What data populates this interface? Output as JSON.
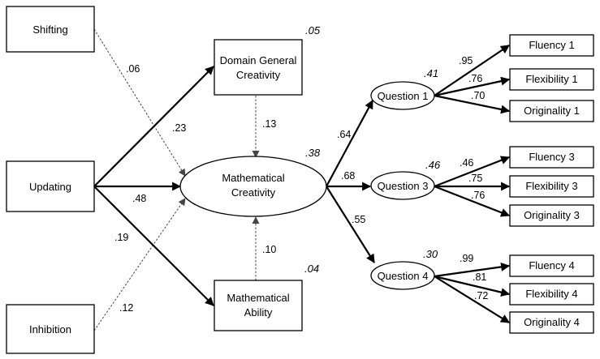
{
  "nodes": {
    "shifting": "Shifting",
    "updating": "Updating",
    "inhibition": "Inhibition",
    "dgc_line1": "Domain General",
    "dgc_line2": "Creativity",
    "mc_line1": "Mathematical",
    "mc_line2": "Creativity",
    "ma_line1": "Mathematical",
    "ma_line2": "Ability",
    "q1": "Question 1",
    "q3": "Question 3",
    "q4": "Question 4",
    "fluency1": "Fluency 1",
    "flexibility1": "Flexibility 1",
    "originality1": "Originality 1",
    "fluency3": "Fluency 3",
    "flexibility3": "Flexibility 3",
    "originality3": "Originality 3",
    "fluency4": "Fluency 4",
    "flexibility4": "Flexibility 4",
    "originality4": "Originality 4"
  },
  "r_squared": {
    "dgc": ".05",
    "mc": ".38",
    "ma": ".04",
    "q1": ".41",
    "q3": ".46",
    "q4": ".30"
  },
  "paths": {
    "shifting_to_mc": ".06",
    "updating_to_dgc": ".23",
    "updating_to_mc": ".48",
    "updating_to_ma": ".19",
    "inhibition_to_mc": ".12",
    "dgc_to_mc": ".13",
    "ma_to_mc": ".10",
    "mc_to_q1": ".64",
    "mc_to_q3": ".68",
    "mc_to_q4": ".55",
    "q1_to_fluency1": ".95",
    "q1_to_flexibility1": ".76",
    "q1_to_originality1": ".70",
    "q3_to_fluency3": ".46",
    "q3_to_flexibility3": ".75",
    "q3_to_originality3": ".76",
    "q4_to_fluency4": ".99",
    "q4_to_flexibility4": ".81",
    "q4_to_originality4": ".72"
  }
}
